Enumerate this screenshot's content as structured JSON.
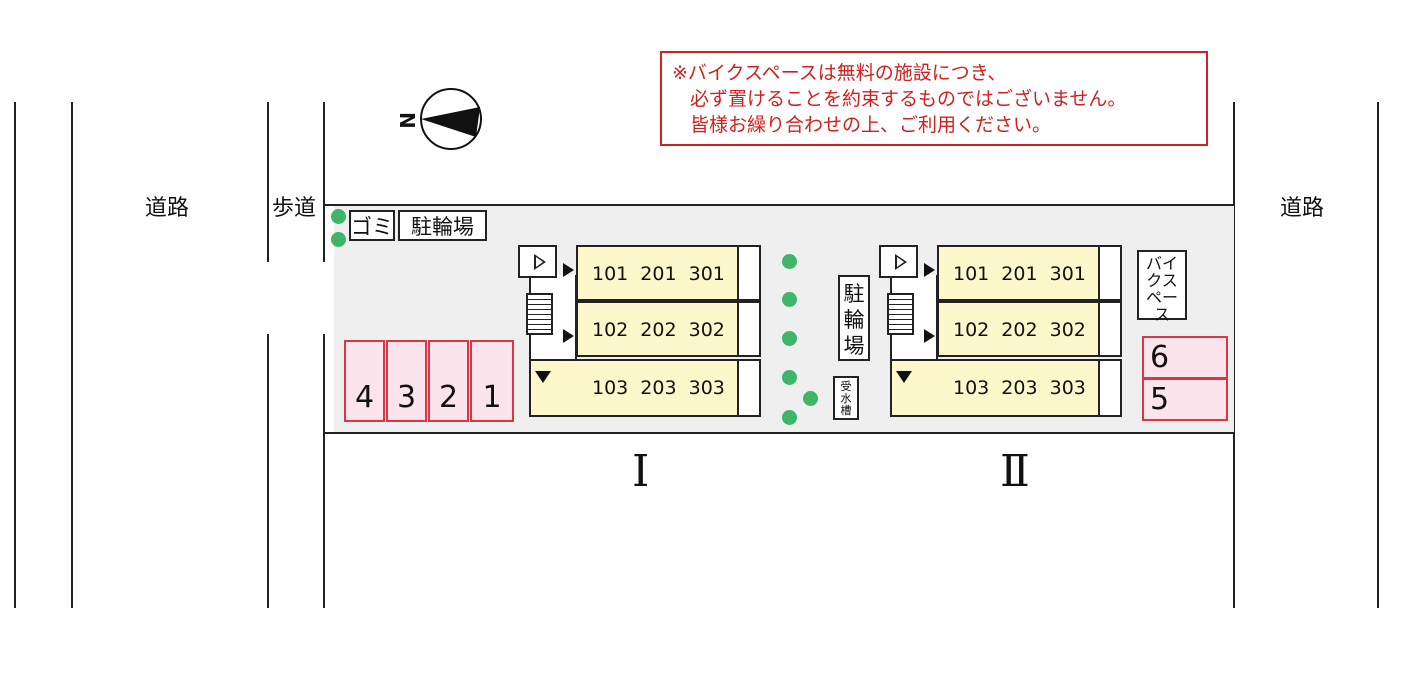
{
  "notice": {
    "line1": "※バイクスペースは無料の施設につき、",
    "line2": "必ず置けることを約束するものではございません。",
    "line3": "皆様お繰り合わせの上、ご利用ください。"
  },
  "compass": {
    "north_label": "N"
  },
  "labels": {
    "road_left": "道路",
    "road_right": "道路",
    "sidewalk": "歩道",
    "garbage": "ゴミ",
    "bicycle_parking_top": "駐輪場",
    "bicycle_parking_middle": "駐輪場",
    "bike_space": "バイクスペース",
    "water_tank": "受水槽"
  },
  "parking_left": [
    "4",
    "3",
    "2",
    "1"
  ],
  "parking_right": [
    "6",
    "5"
  ],
  "buildings": [
    {
      "name": "Ⅰ",
      "row1": "101 201 301",
      "row2": "102 202 302",
      "row3": "103 203 303"
    },
    {
      "name": "Ⅱ",
      "row1": "101 201 301",
      "row2": "102 202 302",
      "row3": "103 203 303"
    }
  ],
  "colors": {
    "notice_red": "#d21f1f",
    "parking_fill": "#fce4ec",
    "parking_border": "#d9364a",
    "unit_fill": "#fcf8cc",
    "tree_green": "#3fb56a",
    "lot_gray": "#efefef"
  }
}
